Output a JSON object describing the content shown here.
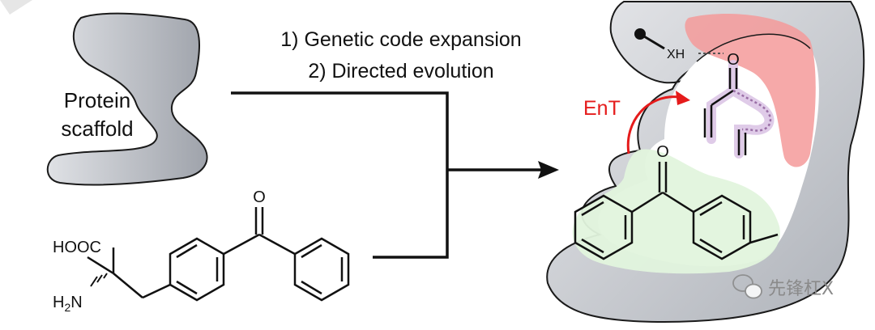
{
  "labels": {
    "protein_line1": "Protein",
    "protein_line2": "scaffold",
    "step1": "1) Genetic code expansion",
    "step2": "2) Directed evolution",
    "ent": "EnT",
    "xh": "XH",
    "hooc": "HOOC",
    "h2n": "H2N",
    "oxygen": "O",
    "watermark": "先锋杠X"
  },
  "colors": {
    "protein_fill": "#c9ccd2",
    "protein_stroke": "#1a1a1a",
    "pocket_red": "#f2a0a0",
    "pocket_green": "#dff3dc",
    "ent_arrow": "#e51b1b",
    "substrate": "#9a6fa6",
    "substrate_glow": "#dcc6e6"
  }
}
